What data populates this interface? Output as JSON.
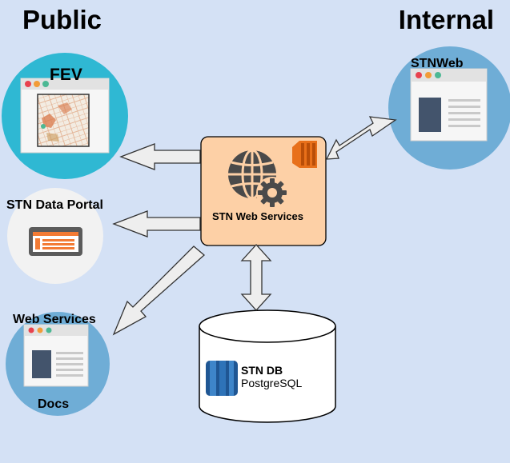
{
  "headings": {
    "public": "Public",
    "internal": "Internal"
  },
  "nodes": {
    "fev": "FEV",
    "data_portal": "STN Data Portal",
    "web_services_docs_top": "Web Services",
    "web_services_docs_bottom": "Docs",
    "stnweb": "STNWeb",
    "web_services": "STN Web Services",
    "db_name": "STN DB",
    "db_engine": "PostgreSQL"
  },
  "colors": {
    "background": "#d4e1f5",
    "fev_circle": "#2fb8d3",
    "portal_circle": "#f2f2f2",
    "docs_circle": "#6fadd6",
    "stnweb_circle": "#6fadd6",
    "services_box": "#fdd0a6",
    "arrow_fill": "#eeeeee",
    "browser_red": "#e8424e",
    "browser_orange": "#f29c38",
    "browser_green": "#4cb894",
    "portal_orange": "#f37b34",
    "globe": "#4a4a4a",
    "aws_orange": "#e8701a",
    "db_blue": "#2e73b8"
  },
  "icons": [
    "browser-window-icon",
    "map-thumbnail-icon",
    "web-page-icon",
    "globe-gear-icon",
    "aws-server-icon",
    "database-icon"
  ]
}
